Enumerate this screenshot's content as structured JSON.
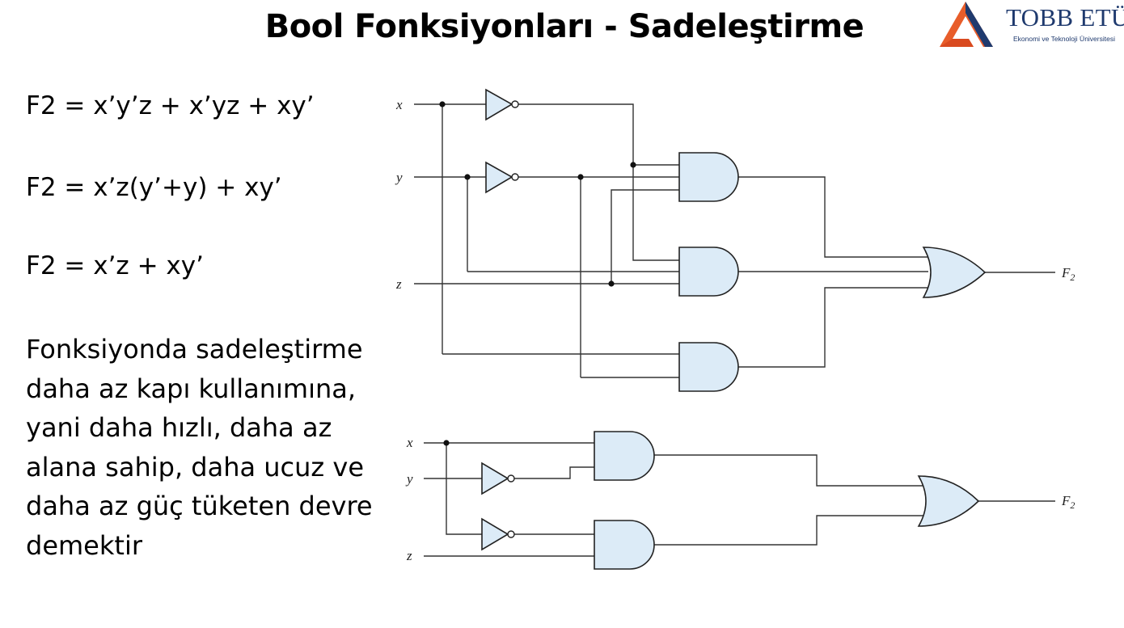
{
  "title": "Bool Fonksiyonları - Sadeleştirme",
  "logo": {
    "name": "TOBB ETÜ",
    "subtitle": "Ekonomi ve Teknoloji Üniversitesi",
    "colors": {
      "orange": "#e85d2a",
      "navy": "#1f3a6e"
    }
  },
  "equations": [
    "F2 = x’y’z + x’yz + xy’",
    "F2 = x’z(y’+y) + xy’",
    "F2 = x’z + xy’"
  ],
  "description": "Fonksiyonda sadeleştirme daha az kapı kullanımına, yani daha hızlı, daha az alana sahip, daha ucuz ve daha az güç tüketen devre demektir",
  "circuit_top": {
    "inputs": [
      "x",
      "y",
      "z"
    ],
    "output": "F",
    "output_subscript": "2"
  },
  "circuit_bottom": {
    "inputs": [
      "x",
      "y",
      "z"
    ],
    "output": "F",
    "output_subscript": "2"
  },
  "colors": {
    "gate_fill": "#dcebf7",
    "wire": "#333333"
  }
}
